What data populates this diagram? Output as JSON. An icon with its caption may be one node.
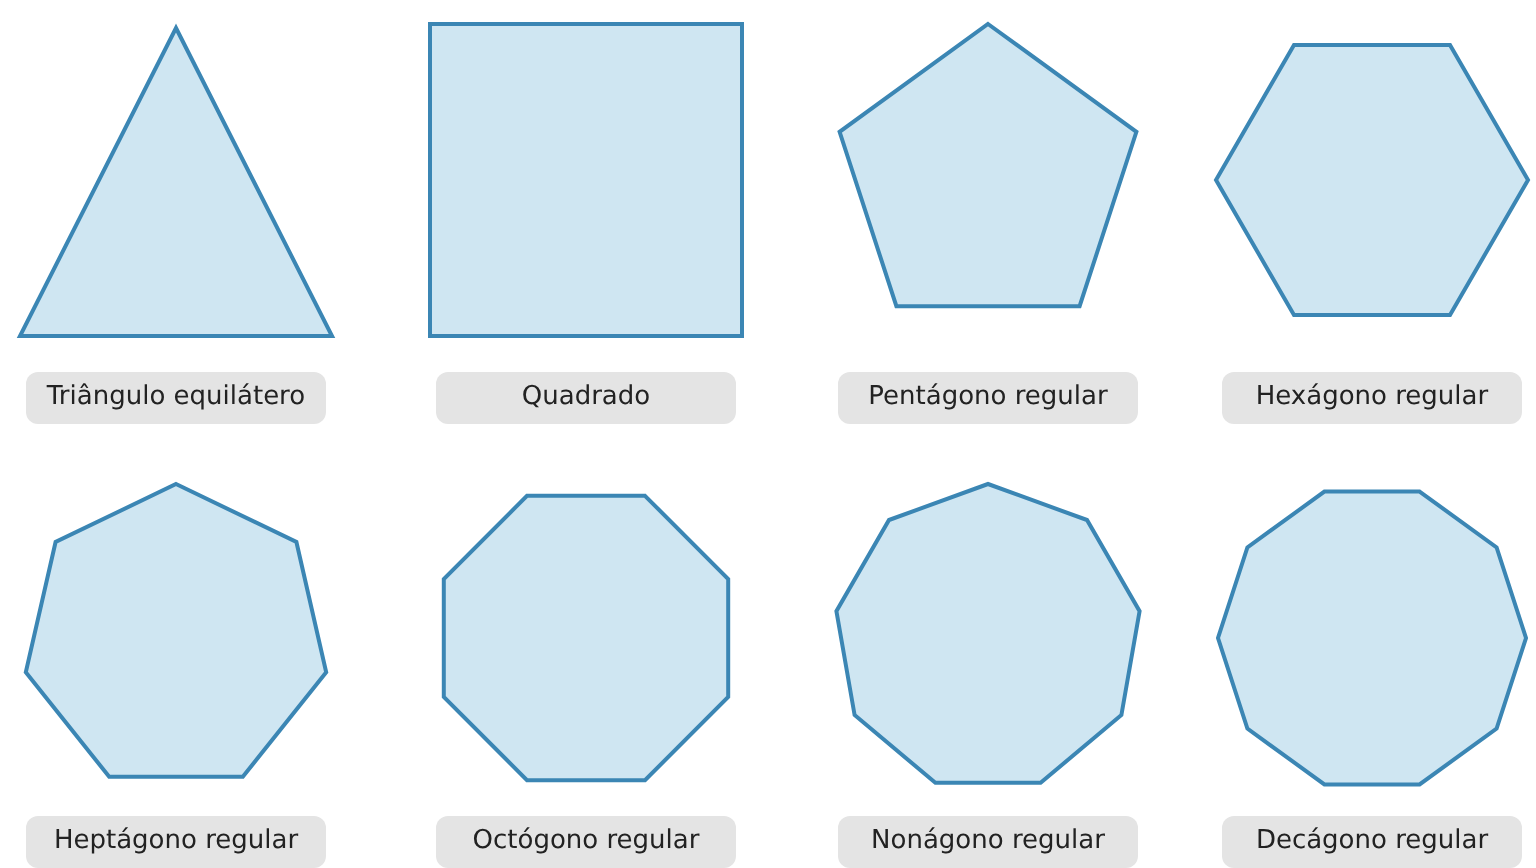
{
  "diagram": {
    "nodes": [
      {
        "text": [],
        "shape": "triangle"
      },
      {
        "text": [
          "Triângulo equilátero"
        ]
      },
      {
        "text": [],
        "shape": "square"
      },
      {
        "text": [
          "Quadrado"
        ]
      },
      {
        "text": [],
        "shape": "pentagon"
      },
      {
        "text": [
          "Pentágono regular"
        ]
      },
      {
        "text": [],
        "shape": "hexagon"
      },
      {
        "text": [
          "Hexágono regular"
        ]
      },
      {
        "text": [],
        "shape": "heptagon"
      },
      {
        "text": [
          "Heptágono regular"
        ]
      },
      {
        "text": [],
        "shape": "octagon"
      },
      {
        "text": [
          "Octógono regular"
        ]
      },
      {
        "text": [],
        "shape": "nonagon"
      },
      {
        "text": [
          "Nonágono regular"
        ]
      },
      {
        "text": [],
        "shape": "decagon"
      },
      {
        "text": [
          "Decágono regular"
        ]
      }
    ]
  }
}
